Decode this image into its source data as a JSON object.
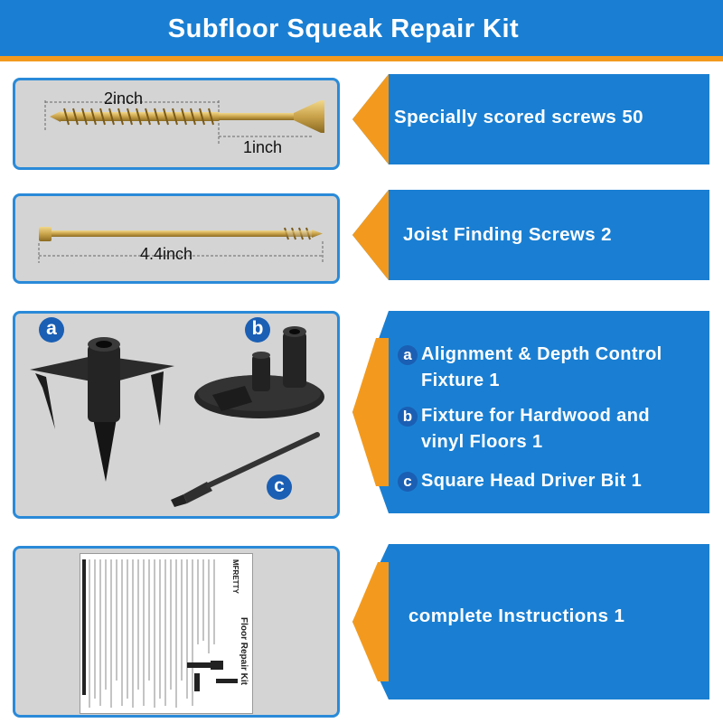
{
  "header": {
    "title": "Subfloor Squeak Repair Kit"
  },
  "colors": {
    "blue": "#1a7fd2",
    "orange": "#f39a1e",
    "panel_gray": "#d4d4d4",
    "brass": "#c9a24a"
  },
  "rows": [
    {
      "label": "Specially scored screws   50",
      "dims": [
        "2inch",
        "1inch"
      ]
    },
    {
      "label": "Joist Finding Screws   2",
      "dims": [
        "4.4inch"
      ]
    },
    {
      "badges": [
        "a",
        "b",
        "c"
      ],
      "items": [
        {
          "badge": "a",
          "line1": "Alignment & Depth Control",
          "line2": "Fixture  1"
        },
        {
          "badge": "b",
          "line1": "Fixture for Hardwood and",
          "line2": "vinyl Floors  1"
        },
        {
          "badge": "c",
          "line1": "Square Head Driver Bit  1"
        }
      ]
    },
    {
      "label": "complete Instructions   1",
      "doc_brand": "MFRETTY",
      "doc_title": "Floor Repair Kit"
    }
  ]
}
